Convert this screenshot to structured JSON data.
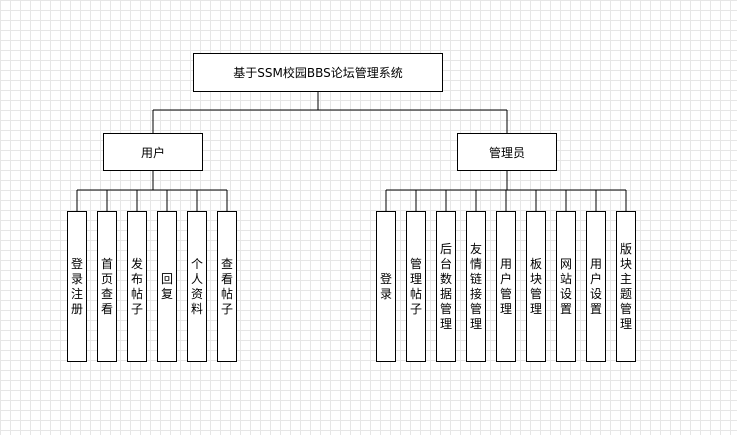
{
  "root": {
    "label": "基于SSM校园BBS论坛管理系统"
  },
  "branches": [
    {
      "id": "user",
      "label": "用户",
      "children": [
        "登录注册",
        "首页查看",
        "发布帖子",
        "回复",
        "个人资料",
        "查看帖子"
      ]
    },
    {
      "id": "admin",
      "label": "管理员",
      "children": [
        "登录",
        "管理帖子",
        "后台数据管理",
        "友情链接管理",
        "用户管理",
        "板块管理",
        "网站设置",
        "用户设置",
        "版块主题管理"
      ]
    }
  ]
}
